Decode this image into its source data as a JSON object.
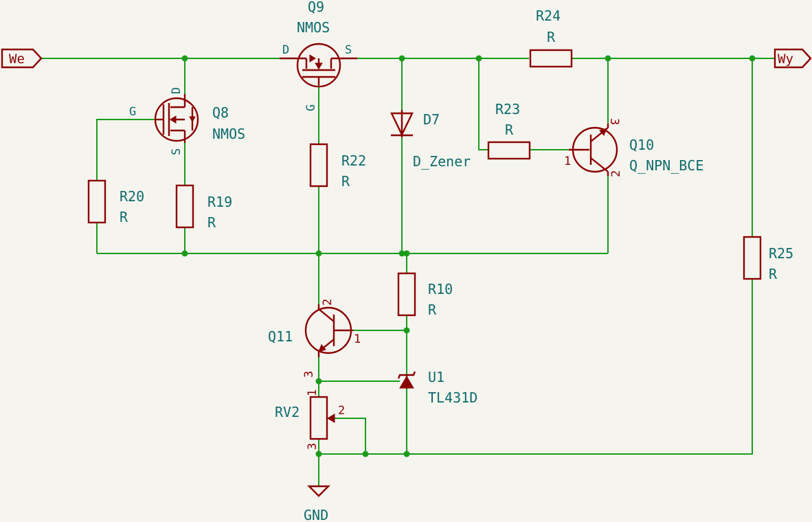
{
  "ports": {
    "input": "We",
    "output": "Wy"
  },
  "power": {
    "gnd": "GND"
  },
  "components": {
    "q9": {
      "ref": "Q9",
      "value": "NMOS",
      "pin_d": "D",
      "pin_s": "S",
      "pin_g": "G"
    },
    "q8": {
      "ref": "Q8",
      "value": "NMOS",
      "pin_d": "D",
      "pin_s": "S",
      "pin_g": "G"
    },
    "r24": {
      "ref": "R24",
      "value": "R"
    },
    "r23": {
      "ref": "R23",
      "value": "R"
    },
    "r22": {
      "ref": "R22",
      "value": "R"
    },
    "r20": {
      "ref": "R20",
      "value": "R"
    },
    "r19": {
      "ref": "R19",
      "value": "R"
    },
    "r25": {
      "ref": "R25",
      "value": "R"
    },
    "r10": {
      "ref": "R10",
      "value": "R"
    },
    "d7": {
      "ref": "D7",
      "value": "D_Zener"
    },
    "q10": {
      "ref": "Q10",
      "value": "Q_NPN_BCE",
      "pin1": "1",
      "pin2": "2",
      "pin3": "3"
    },
    "q11": {
      "ref": "Q11",
      "pin1": "1",
      "pin2": "2",
      "pin3": "3"
    },
    "u1": {
      "ref": "U1",
      "value": "TL431D"
    },
    "rv2": {
      "ref": "RV2",
      "pin1": "1",
      "pin2": "2",
      "pin3": "3"
    }
  }
}
